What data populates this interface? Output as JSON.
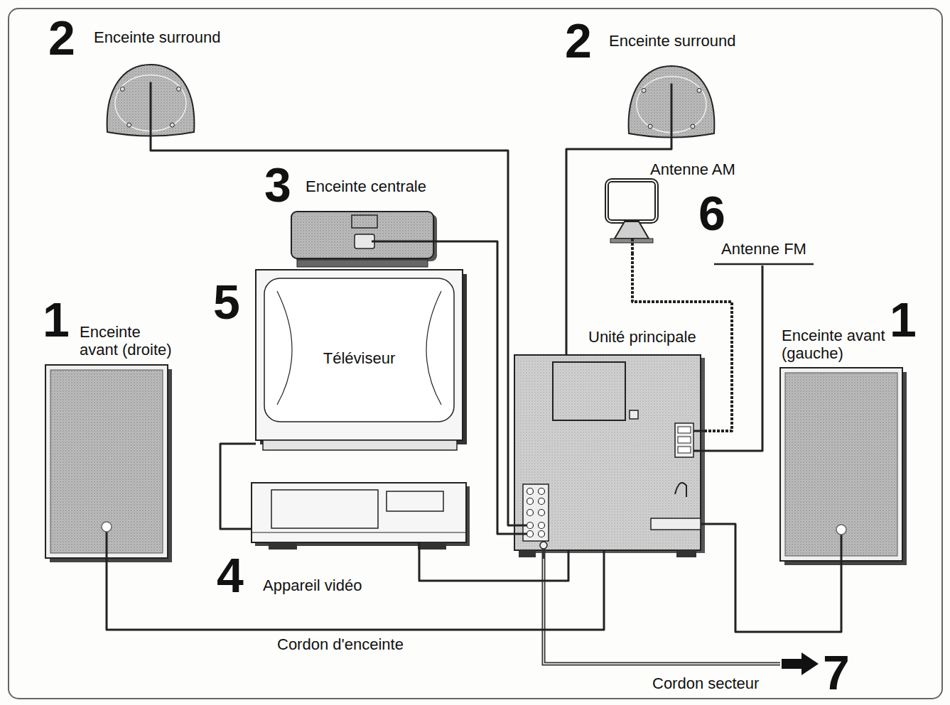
{
  "diagram": {
    "nodes": [
      {
        "text": [
          "Enceinte surround"
        ]
      },
      {
        "text": [
          "Enceinte surround"
        ]
      },
      {
        "text": [
          "Enceinte centrale"
        ]
      },
      {
        "text": [
          "Antenne AM"
        ]
      },
      {
        "text": [
          "Antenne FM"
        ]
      },
      {
        "text": [
          "Enceinte avant (droite)"
        ]
      },
      {
        "text": [
          "Téléviseur"
        ]
      },
      {
        "text": [
          "Unité principale"
        ]
      },
      {
        "text": [
          "Enceinte avant (gauche)"
        ]
      },
      {
        "text": [
          "Appareil vidéo"
        ]
      }
    ],
    "edges": [
      {
        "from": 0,
        "to": 7,
        "arrow": "none"
      },
      {
        "from": 1,
        "to": 7,
        "arrow": "none"
      },
      {
        "from": 2,
        "to": 7,
        "arrow": "none"
      },
      {
        "from": 3,
        "to": 7,
        "arrow": "none"
      },
      {
        "from": 4,
        "to": 7,
        "arrow": "none"
      },
      {
        "from": 5,
        "to": 7,
        "label": "Cordon d'enceinte",
        "arrow": "none"
      },
      {
        "from": 8,
        "to": 7,
        "arrow": "none"
      },
      {
        "from": 6,
        "to": 9,
        "arrow": "none"
      },
      {
        "from": 9,
        "to": 7,
        "arrow": "none"
      }
    ],
    "labels": [
      "2",
      "2",
      "3",
      "6",
      "1",
      "5",
      "1",
      "4",
      "7",
      "Cordon secteur"
    ]
  }
}
